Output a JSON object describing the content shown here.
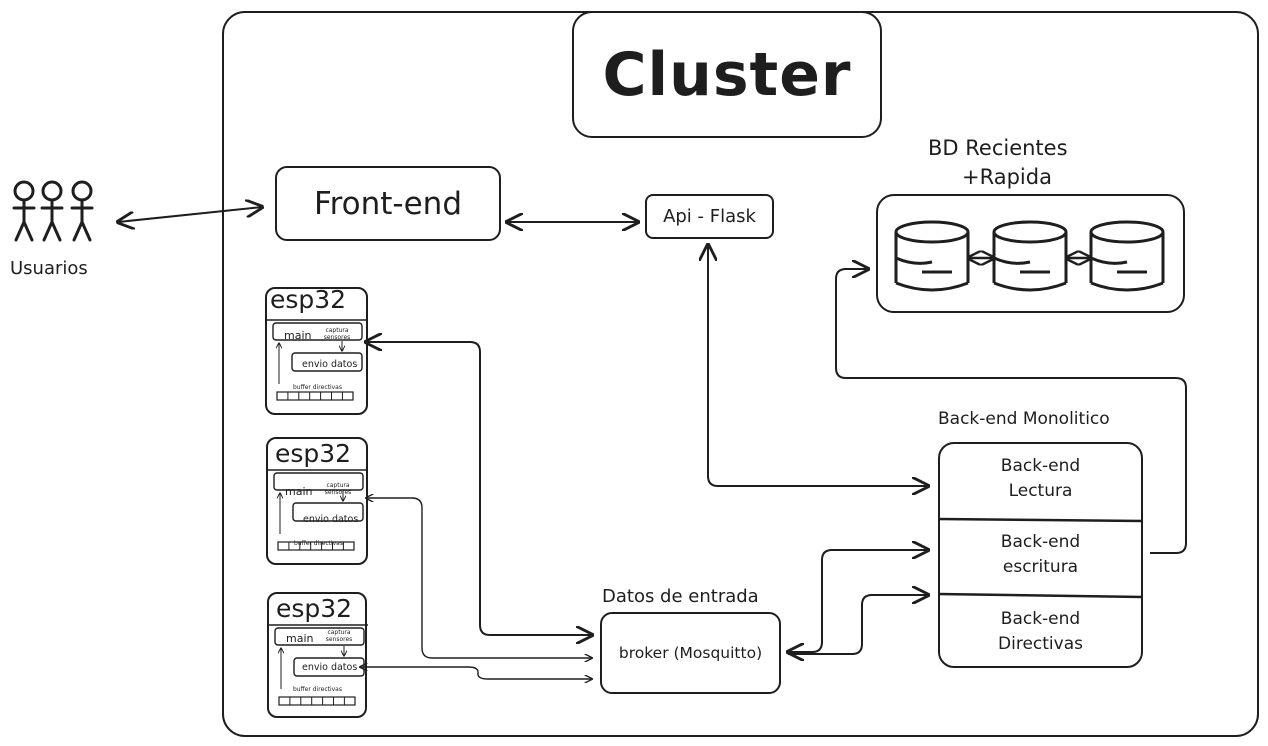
{
  "cluster": {
    "title": "Cluster"
  },
  "users": {
    "label": "Usuarios"
  },
  "frontend": {
    "label": "Front-end"
  },
  "api": {
    "label": "Api - Flask"
  },
  "db": {
    "title_line1": "BD Recientes",
    "title_line2": "+Rapida"
  },
  "esp_devices": [
    {
      "title": "esp32",
      "main_label": "main",
      "main_note": "captura sensores",
      "send_label": "envio datos",
      "buffer_label": "buffer directivas"
    },
    {
      "title": "esp32",
      "main_label": "main",
      "main_note": "captura sensores",
      "send_label": "envio datos",
      "buffer_label": "buffer directivas"
    },
    {
      "title": "esp32",
      "main_label": "main",
      "main_note": "captura sensores",
      "send_label": "envio datos",
      "buffer_label": "buffer directivas"
    }
  ],
  "broker": {
    "heading": "Datos de entrada",
    "label": "broker (Mosquitto)"
  },
  "backend": {
    "heading": "Back-end Monolitico",
    "sections": [
      {
        "line1": "Back-end",
        "line2": "Lectura"
      },
      {
        "line1": "Back-end",
        "line2": "escritura"
      },
      {
        "line1": "Back-end",
        "line2": "Directivas"
      }
    ]
  },
  "colors": {
    "stroke": "#1e1e1e",
    "background": "#ffffff"
  }
}
